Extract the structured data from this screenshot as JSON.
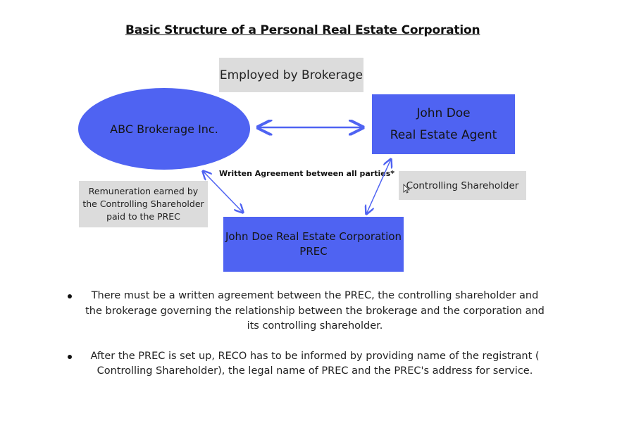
{
  "title": "Basic Structure of a Personal Real Estate Corporation",
  "nodes": {
    "employed_label": "Employed by Brokerage",
    "brokerage": "ABC Brokerage Inc.",
    "agent_line1": "John Doe",
    "agent_line2": "Real Estate Agent",
    "prec_line1": "John Doe Real Estate Corporation",
    "prec_line2": "PREC",
    "remuneration_line1": "Remuneration earned by",
    "remuneration_line2": "the Controlling Shareholder",
    "remuneration_line3": "paid to the PREC",
    "controlling": "Controlling Shareholder",
    "agreement": "Written Agreement between all parties*"
  },
  "bullets": [
    "There must be a written agreement between the PREC, the controlling shareholder and the brokerage governing the relationship between the brokerage and the corporation and its controlling shareholder.",
    "After the PREC is set up, RECO has to be informed by providing name of the registrant ( Controlling Shareholder), the legal name of PREC and the PREC's address for service."
  ],
  "colors": {
    "node_fill": "#4f63f2",
    "label_fill": "#dcdcdc",
    "arrow": "#4f63f2"
  },
  "icons": [
    "mouse-cursor-icon"
  ]
}
